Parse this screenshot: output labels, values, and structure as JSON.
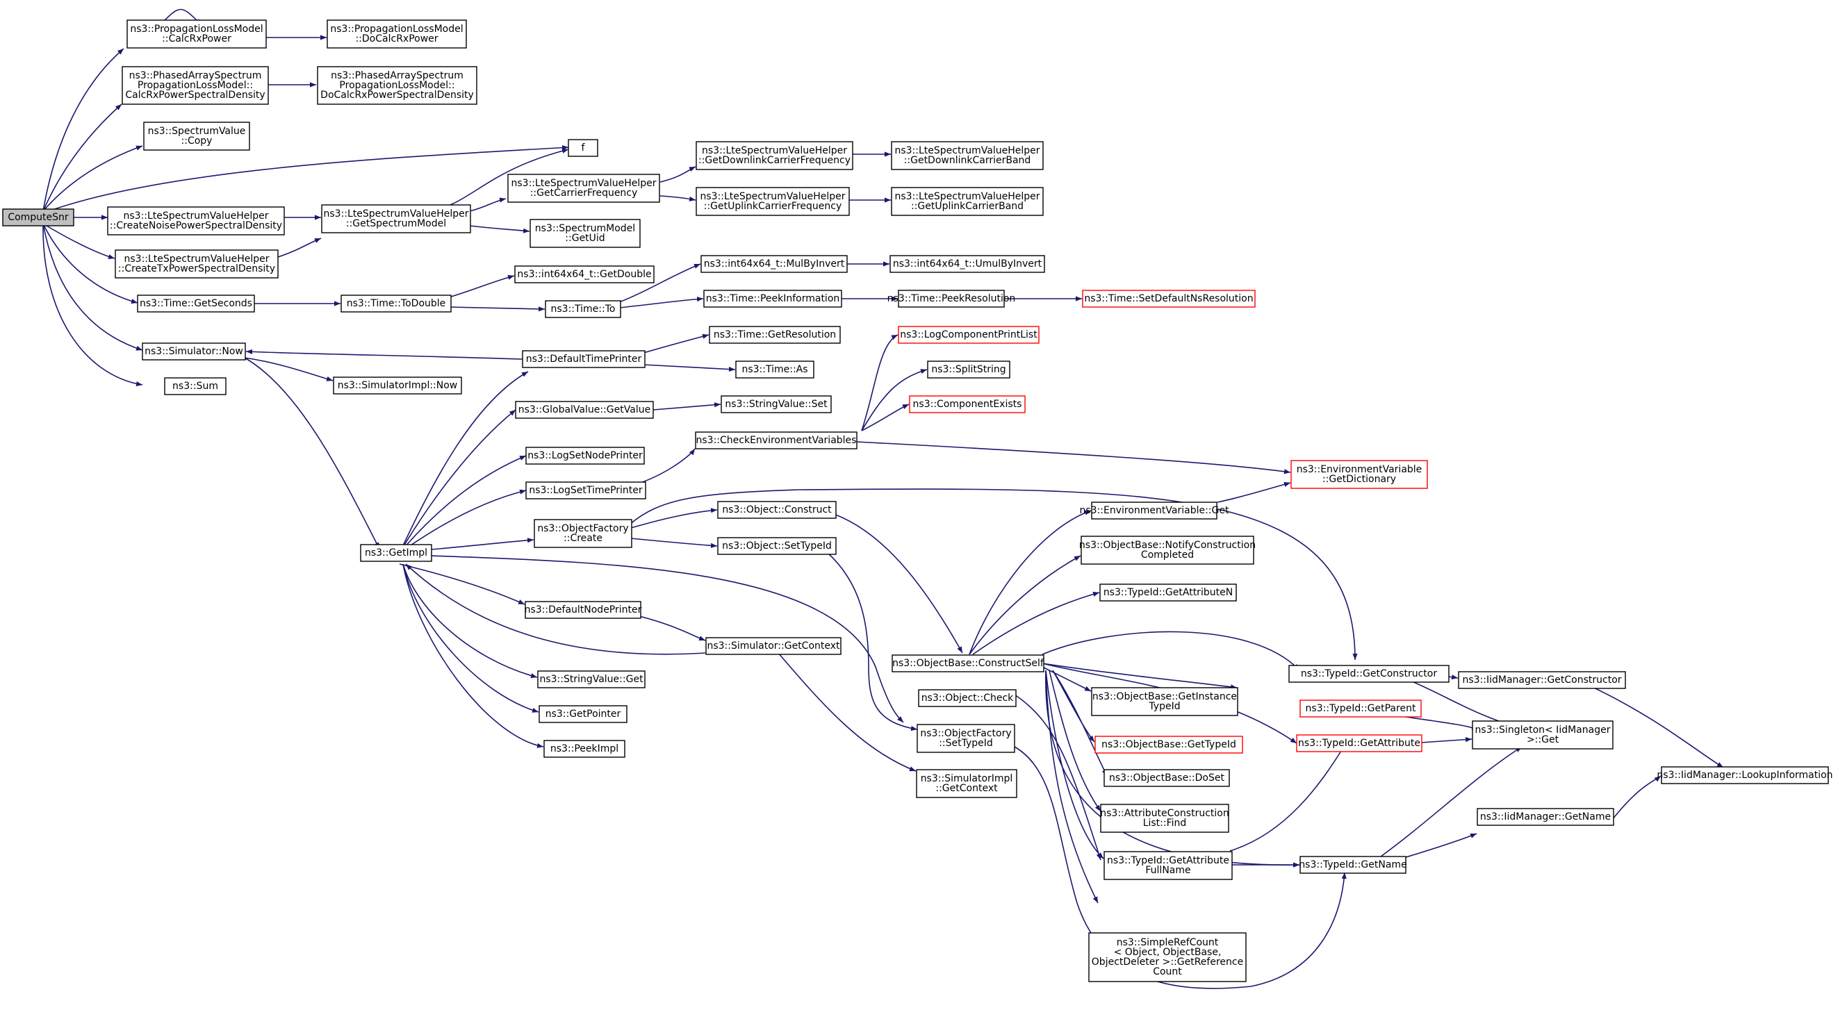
{
  "colors": {
    "edge": "#191970",
    "normal_border": "#000000",
    "missing_border": "#ff0000",
    "root_fill": "#bfbfbf",
    "node_fill": "#ffffff"
  },
  "nodes": [
    {
      "id": "computesnr",
      "lines": [
        "ComputeSnr"
      ],
      "root": true
    },
    {
      "id": "calcrx",
      "lines": [
        "ns3::PropagationLossModel",
        "::CalcRxPower"
      ]
    },
    {
      "id": "docalcrx",
      "lines": [
        "ns3::PropagationLossModel",
        "::DoCalcRxPower"
      ]
    },
    {
      "id": "paspec",
      "lines": [
        "ns3::PhasedArraySpectrum",
        "PropagationLossModel::",
        "CalcRxPowerSpectralDensity"
      ]
    },
    {
      "id": "padocalc",
      "lines": [
        "ns3::PhasedArraySpectrum",
        "PropagationLossModel::",
        "DoCalcRxPowerSpectralDensity"
      ]
    },
    {
      "id": "svcopy",
      "lines": [
        "ns3::SpectrumValue",
        "::Copy"
      ]
    },
    {
      "id": "f",
      "lines": [
        "f"
      ]
    },
    {
      "id": "getcarrier",
      "lines": [
        "ns3::LteSpectrumValueHelper",
        "::GetCarrierFrequency"
      ]
    },
    {
      "id": "getdlfreq",
      "lines": [
        "ns3::LteSpectrumValueHelper",
        "::GetDownlinkCarrierFrequency"
      ]
    },
    {
      "id": "getdlband",
      "lines": [
        "ns3::LteSpectrumValueHelper",
        "::GetDownlinkCarrierBand"
      ]
    },
    {
      "id": "getulfreq",
      "lines": [
        "ns3::LteSpectrumValueHelper",
        "::GetUplinkCarrierFrequency"
      ]
    },
    {
      "id": "getulband",
      "lines": [
        "ns3::LteSpectrumValueHelper",
        "::GetUplinkCarrierBand"
      ]
    },
    {
      "id": "createnoise",
      "lines": [
        "ns3::LteSpectrumValueHelper",
        "::CreateNoisePowerSpectralDensity"
      ]
    },
    {
      "id": "getspecmodel",
      "lines": [
        "ns3::LteSpectrumValueHelper",
        "::GetSpectrumModel"
      ]
    },
    {
      "id": "specmodeluid",
      "lines": [
        "ns3::SpectrumModel",
        "::GetUid"
      ]
    },
    {
      "id": "createtx",
      "lines": [
        "ns3::LteSpectrumValueHelper",
        "::CreateTxPowerSpectralDensity"
      ]
    },
    {
      "id": "getseconds",
      "lines": [
        "ns3::Time::GetSeconds"
      ]
    },
    {
      "id": "todouble",
      "lines": [
        "ns3::Time::ToDouble"
      ]
    },
    {
      "id": "int64getdouble",
      "lines": [
        "ns3::int64x64_t::GetDouble"
      ]
    },
    {
      "id": "timeto",
      "lines": [
        "ns3::Time::To"
      ]
    },
    {
      "id": "mulbyinvert",
      "lines": [
        "ns3::int64x64_t::MulByInvert"
      ]
    },
    {
      "id": "umulbyinvert",
      "lines": [
        "ns3::int64x64_t::UmulByInvert"
      ]
    },
    {
      "id": "peekinfo",
      "lines": [
        "ns3::Time::PeekInformation"
      ]
    },
    {
      "id": "peekres",
      "lines": [
        "ns3::Time::PeekResolution"
      ]
    },
    {
      "id": "setdefaultns",
      "lines": [
        "ns3::Time::SetDefaultNsResolution"
      ],
      "missing": true
    },
    {
      "id": "simnow",
      "lines": [
        "ns3::Simulator::Now"
      ]
    },
    {
      "id": "simimplnow",
      "lines": [
        "ns3::SimulatorImpl::Now"
      ]
    },
    {
      "id": "sum",
      "lines": [
        "ns3::Sum"
      ]
    },
    {
      "id": "defaulttimeprinter",
      "lines": [
        "ns3::DefaultTimePrinter"
      ]
    },
    {
      "id": "getresolution",
      "lines": [
        "ns3::Time::GetResolution"
      ]
    },
    {
      "id": "timeas",
      "lines": [
        "ns3::Time::As"
      ]
    },
    {
      "id": "logcomponentprintlist",
      "lines": [
        "ns3::LogComponentPrintList"
      ],
      "missing": true
    },
    {
      "id": "splitstring",
      "lines": [
        "ns3::SplitString"
      ]
    },
    {
      "id": "componentexists",
      "lines": [
        "ns3::ComponentExists"
      ],
      "missing": true
    },
    {
      "id": "globalvalueget",
      "lines": [
        "ns3::GlobalValue::GetValue"
      ]
    },
    {
      "id": "stringvalueset",
      "lines": [
        "ns3::StringValue::Set"
      ]
    },
    {
      "id": "checkenv",
      "lines": [
        "ns3::CheckEnvironmentVariables"
      ]
    },
    {
      "id": "logsetnodeprinter",
      "lines": [
        "ns3::LogSetNodePrinter"
      ]
    },
    {
      "id": "logsettimeprinter",
      "lines": [
        "ns3::LogSetTimePrinter"
      ]
    },
    {
      "id": "envgetdict",
      "lines": [
        "ns3::EnvironmentVariable",
        "::GetDictionary"
      ],
      "missing": true
    },
    {
      "id": "objfactorycreate",
      "lines": [
        "ns3::ObjectFactory",
        "::Create"
      ]
    },
    {
      "id": "objectconstruct",
      "lines": [
        "ns3::Object::Construct"
      ]
    },
    {
      "id": "objectsettypeid",
      "lines": [
        "ns3::Object::SetTypeId"
      ]
    },
    {
      "id": "envget",
      "lines": [
        "ns3::EnvironmentVariable::Get"
      ]
    },
    {
      "id": "notifyconstruction",
      "lines": [
        "ns3::ObjectBase::NotifyConstruction",
        "Completed"
      ]
    },
    {
      "id": "getimpl",
      "lines": [
        "ns3::GetImpl"
      ]
    },
    {
      "id": "getattributen",
      "lines": [
        "ns3::TypeId::GetAttributeN"
      ]
    },
    {
      "id": "defaultnodeprinter",
      "lines": [
        "ns3::DefaultNodePrinter"
      ]
    },
    {
      "id": "simgetcontext",
      "lines": [
        "ns3::Simulator::GetContext"
      ]
    },
    {
      "id": "constructself",
      "lines": [
        "ns3::ObjectBase::ConstructSelf"
      ]
    },
    {
      "id": "getconstructor",
      "lines": [
        "ns3::TypeId::GetConstructor"
      ]
    },
    {
      "id": "iidgetconstructor",
      "lines": [
        "ns3::IidManager::GetConstructor"
      ]
    },
    {
      "id": "stringvalueget",
      "lines": [
        "ns3::StringValue::Get"
      ]
    },
    {
      "id": "objectcheck",
      "lines": [
        "ns3::Object::Check"
      ]
    },
    {
      "id": "getinstancetypeid",
      "lines": [
        "ns3::ObjectBase::GetInstance",
        "TypeId"
      ]
    },
    {
      "id": "getparent",
      "lines": [
        "ns3::TypeId::GetParent"
      ],
      "missing": true
    },
    {
      "id": "singletonget",
      "lines": [
        "ns3::Singleton< IidManager",
        ">::Get"
      ]
    },
    {
      "id": "getpointer",
      "lines": [
        "ns3::GetPointer"
      ]
    },
    {
      "id": "objfactorysettypeid",
      "lines": [
        "ns3::ObjectFactory",
        "::SetTypeId"
      ]
    },
    {
      "id": "objbasegettypeid",
      "lines": [
        "ns3::ObjectBase::GetTypeId"
      ],
      "missing": true
    },
    {
      "id": "typeidgetattribute",
      "lines": [
        "ns3::TypeId::GetAttribute"
      ],
      "missing": true
    },
    {
      "id": "peekimpl",
      "lines": [
        "ns3::PeekImpl"
      ]
    },
    {
      "id": "lookupinfo",
      "lines": [
        "ns3::IidManager::LookupInformation"
      ]
    },
    {
      "id": "objbasedoset",
      "lines": [
        "ns3::ObjectBase::DoSet"
      ]
    },
    {
      "id": "simimplgetcontext",
      "lines": [
        "ns3::SimulatorImpl",
        "::GetContext"
      ]
    },
    {
      "id": "iidgetname",
      "lines": [
        "ns3::IidManager::GetName"
      ]
    },
    {
      "id": "attrconstrfind",
      "lines": [
        "ns3::AttributeConstruction",
        "List::Find"
      ]
    },
    {
      "id": "getattrfullname",
      "lines": [
        "ns3::TypeId::GetAttribute",
        "FullName"
      ]
    },
    {
      "id": "typeidgetname",
      "lines": [
        "ns3::TypeId::GetName"
      ]
    },
    {
      "id": "simplerefcount",
      "lines": [
        "ns3::SimpleRefCount",
        "< Object, ObjectBase,",
        "ObjectDeleter >::GetReference",
        "Count"
      ]
    }
  ]
}
